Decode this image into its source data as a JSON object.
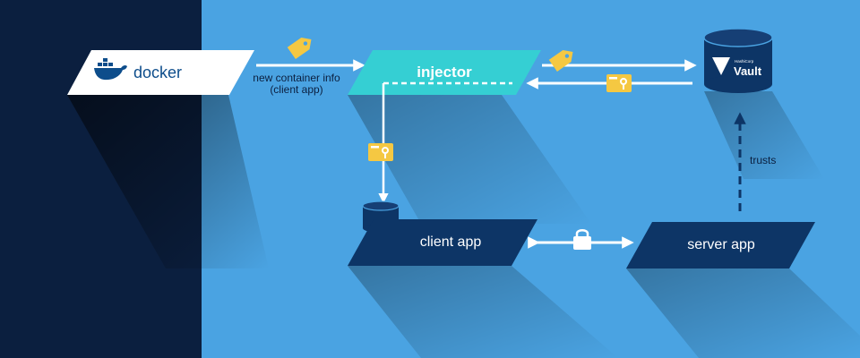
{
  "nodes": {
    "docker": {
      "label": "docker"
    },
    "injector": {
      "label": "injector"
    },
    "vault": {
      "brand_small": "HashiCorp",
      "brand": "Vault"
    },
    "client_app": {
      "label": "client app"
    },
    "server_app": {
      "label": "server app"
    }
  },
  "edges": {
    "docker_to_injector": {
      "line1": "new container info",
      "line2": "(client app)"
    },
    "server_to_vault": {
      "label": "trusts"
    }
  },
  "colors": {
    "background": "#4aa3e2",
    "left_panel": "#0b1f3f",
    "navy": "#0d3566",
    "teal": "#35cfd3",
    "docker_blue": "#0d4d8b",
    "key_yellow": "#f5c842",
    "white": "#ffffff"
  },
  "icons": {
    "docker": "docker-whale-icon",
    "tag": "tag-icon",
    "key_card": "key-card-icon",
    "database": "database-icon",
    "lock": "lock-icon",
    "vault_logo": "vault-triangle-icon"
  }
}
